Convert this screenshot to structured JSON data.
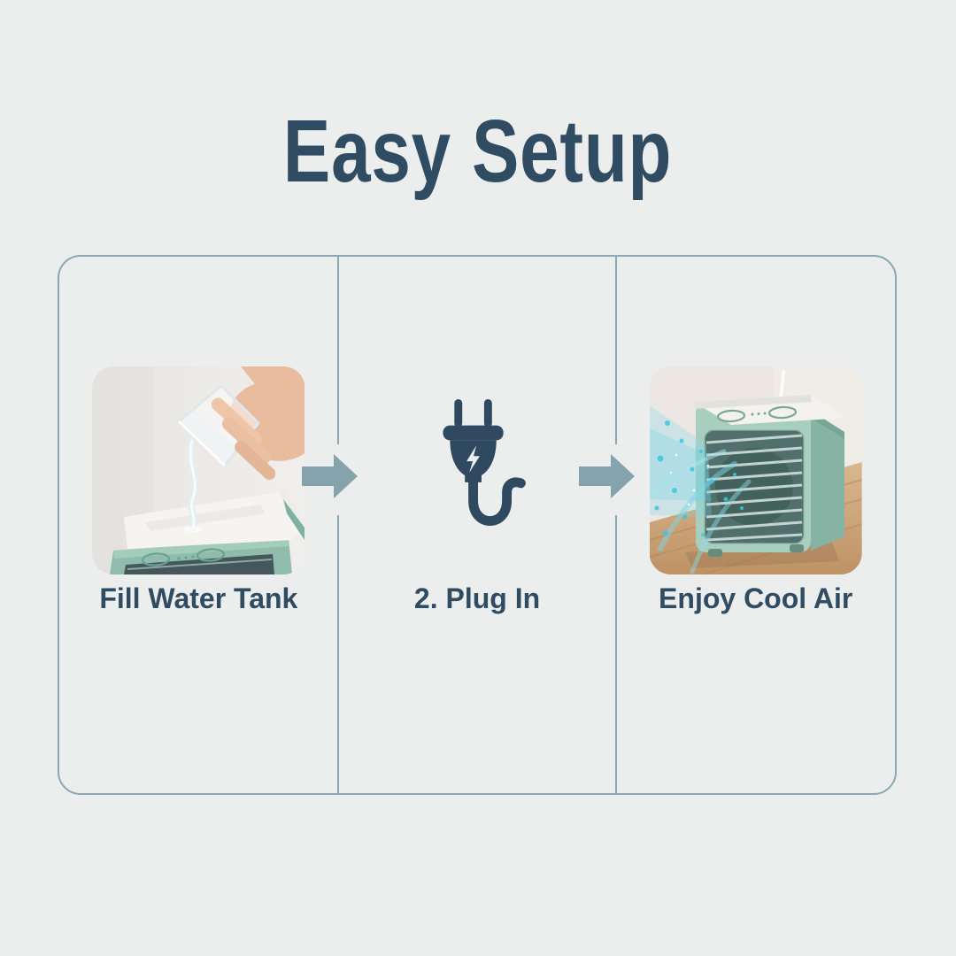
{
  "title": {
    "text": "Easy Setup"
  },
  "steps": [
    {
      "label": "Fill Water Tank",
      "media": "photo-fill-water-tank"
    },
    {
      "label": "2. Plug In",
      "media": "plug-icon"
    },
    {
      "label": "Enjoy Cool Air",
      "media": "photo-enjoy-cool-air"
    }
  ],
  "arrows": [
    {
      "name": "arrow-step1-to-step2",
      "direction": "right"
    },
    {
      "name": "arrow-step2-to-step3",
      "direction": "right"
    }
  ],
  "colors": {
    "background": "#ECEDED",
    "heading": "#304C63",
    "board_border": "#8AA8B2",
    "arrow": "#84A3AD",
    "plug_icon": "#2E4960",
    "device_mint": "#9CC5B5",
    "mist_blue": "#5FD0E6"
  }
}
